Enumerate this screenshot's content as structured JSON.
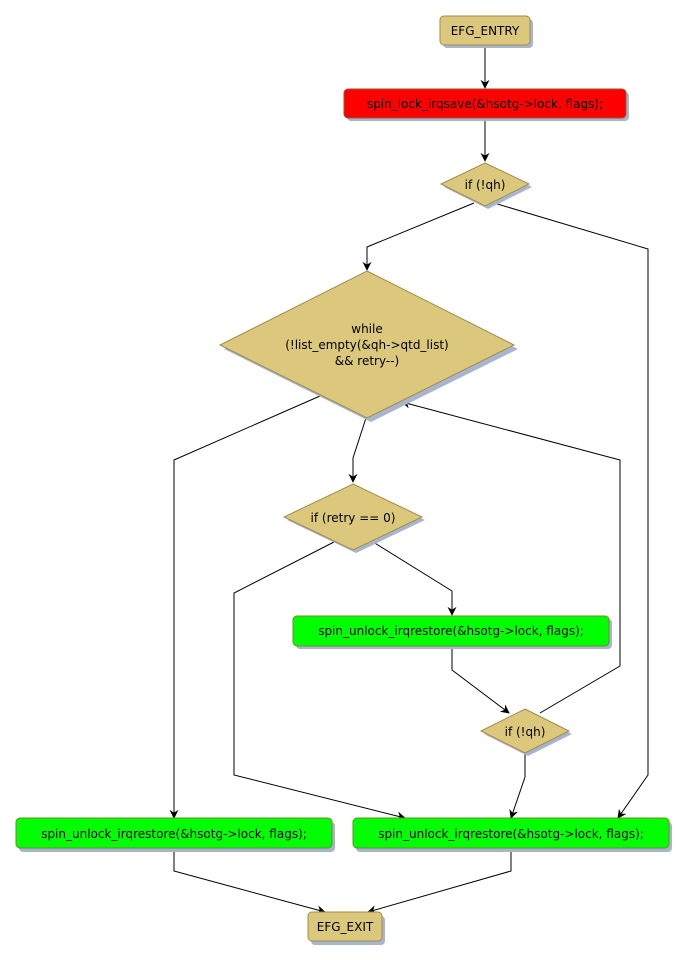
{
  "diagram": {
    "title": "",
    "colors": {
      "terminal": "#dbc87d",
      "terminal_border": "#a08c48",
      "decision": "#dbc87d",
      "decision_border": "#a08c48",
      "lock": "#ff0000",
      "lock_border": "#a0522d",
      "unlock": "#00ff00",
      "unlock_border": "#6b8e23",
      "shadow": "#a7b5cf",
      "edge": "#000000"
    },
    "nodes": {
      "entry": {
        "label": "EFG_ENTRY",
        "kind": "terminal"
      },
      "lock": {
        "label": "spin_lock_irqsave(&hsotg->lock, flags);",
        "kind": "lock"
      },
      "if_qh_1": {
        "label": "if (!qh)",
        "kind": "decision"
      },
      "while": {
        "lines": [
          "while",
          "(!list_empty(&qh->qtd_list)",
          "&& retry--)"
        ],
        "kind": "decision"
      },
      "if_retry": {
        "label": "if (retry == 0)",
        "kind": "decision"
      },
      "unlock_mid": {
        "label": "spin_unlock_irqrestore(&hsotg->lock, flags);",
        "kind": "unlock"
      },
      "if_qh_2": {
        "label": "if (!qh)",
        "kind": "decision"
      },
      "unlock_left": {
        "label": "spin_unlock_irqrestore(&hsotg->lock, flags);",
        "kind": "unlock"
      },
      "unlock_right": {
        "label": "spin_unlock_irqrestore(&hsotg->lock, flags);",
        "kind": "unlock"
      },
      "exit": {
        "label": "EFG_EXIT",
        "kind": "terminal"
      }
    },
    "edges": [
      {
        "from": "entry",
        "to": "lock"
      },
      {
        "from": "lock",
        "to": "if_qh_1"
      },
      {
        "from": "if_qh_1",
        "to": "while"
      },
      {
        "from": "if_qh_1",
        "to": "unlock_right"
      },
      {
        "from": "while",
        "to": "if_retry"
      },
      {
        "from": "while",
        "to": "unlock_left"
      },
      {
        "from": "if_retry",
        "to": "unlock_mid"
      },
      {
        "from": "if_retry",
        "to": "unlock_right"
      },
      {
        "from": "unlock_mid",
        "to": "if_qh_2"
      },
      {
        "from": "if_qh_2",
        "to": "while"
      },
      {
        "from": "if_qh_2",
        "to": "unlock_right"
      },
      {
        "from": "unlock_left",
        "to": "exit"
      },
      {
        "from": "unlock_right",
        "to": "exit"
      }
    ]
  }
}
